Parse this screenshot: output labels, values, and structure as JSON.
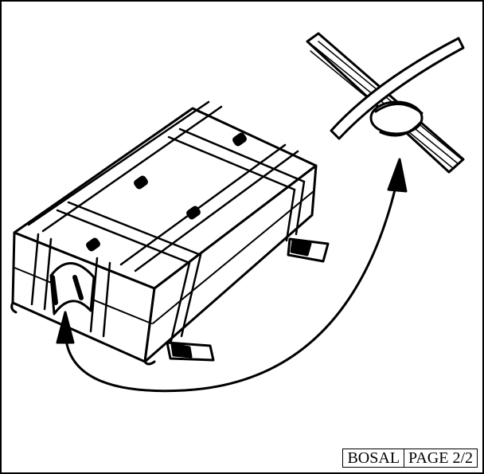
{
  "footer": {
    "brand": "BOSAL",
    "page": "PAGE 2/2"
  },
  "illustration": {
    "subject": "strapped-box",
    "detail": "knot-detail",
    "arrow": "curved-double-arrow"
  },
  "colors": {
    "ink": "#000000",
    "paper": "#ffffff"
  }
}
